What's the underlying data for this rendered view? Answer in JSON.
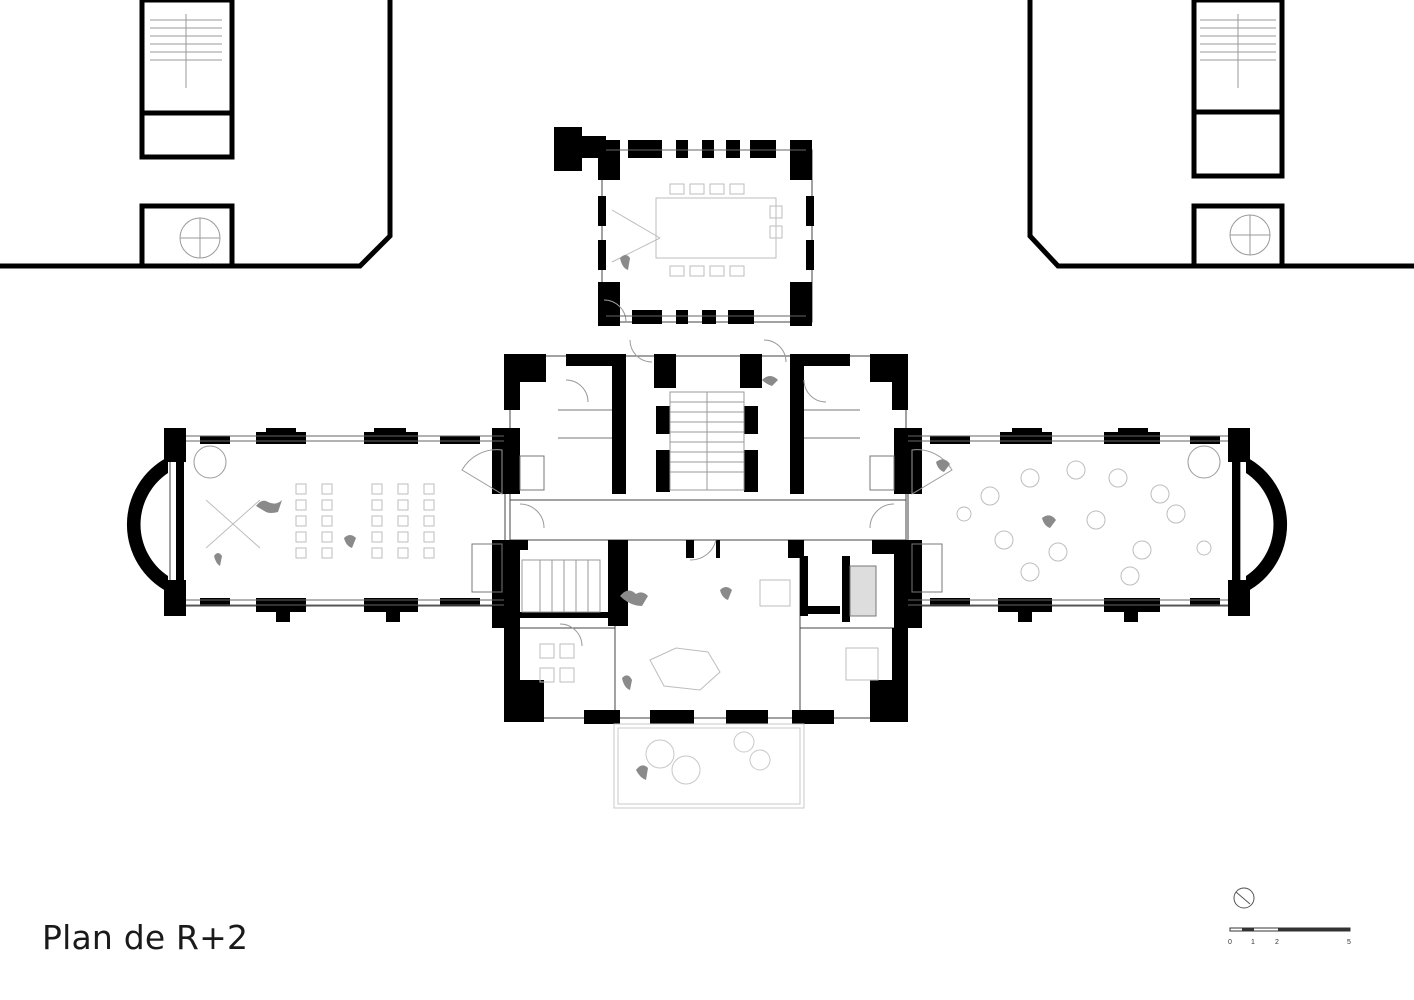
{
  "title": "Plan de R+2",
  "scale_bar": {
    "ticks": [
      "0",
      "1",
      "2",
      "5"
    ]
  },
  "colors": {
    "wall": "#000000",
    "furniture": "#bdbdbd",
    "figure": "#8a8a8a",
    "stair": "#9a9a9a"
  }
}
